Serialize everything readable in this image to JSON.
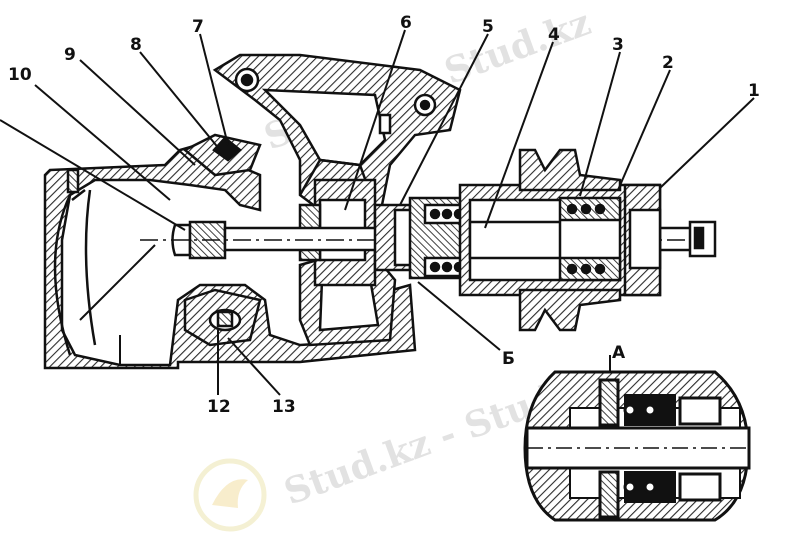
{
  "diagram": {
    "callouts": [
      "1",
      "2",
      "3",
      "4",
      "5",
      "6",
      "7",
      "8",
      "9",
      "10",
      "12",
      "13",
      "Б",
      "А"
    ],
    "watermark_text": "Stud.kz - Stud.kz",
    "colors": {
      "ink": "#111111",
      "hatch": "#2b2b2b",
      "paper": "#ffffff",
      "watermark": "#d9d9d9"
    }
  }
}
